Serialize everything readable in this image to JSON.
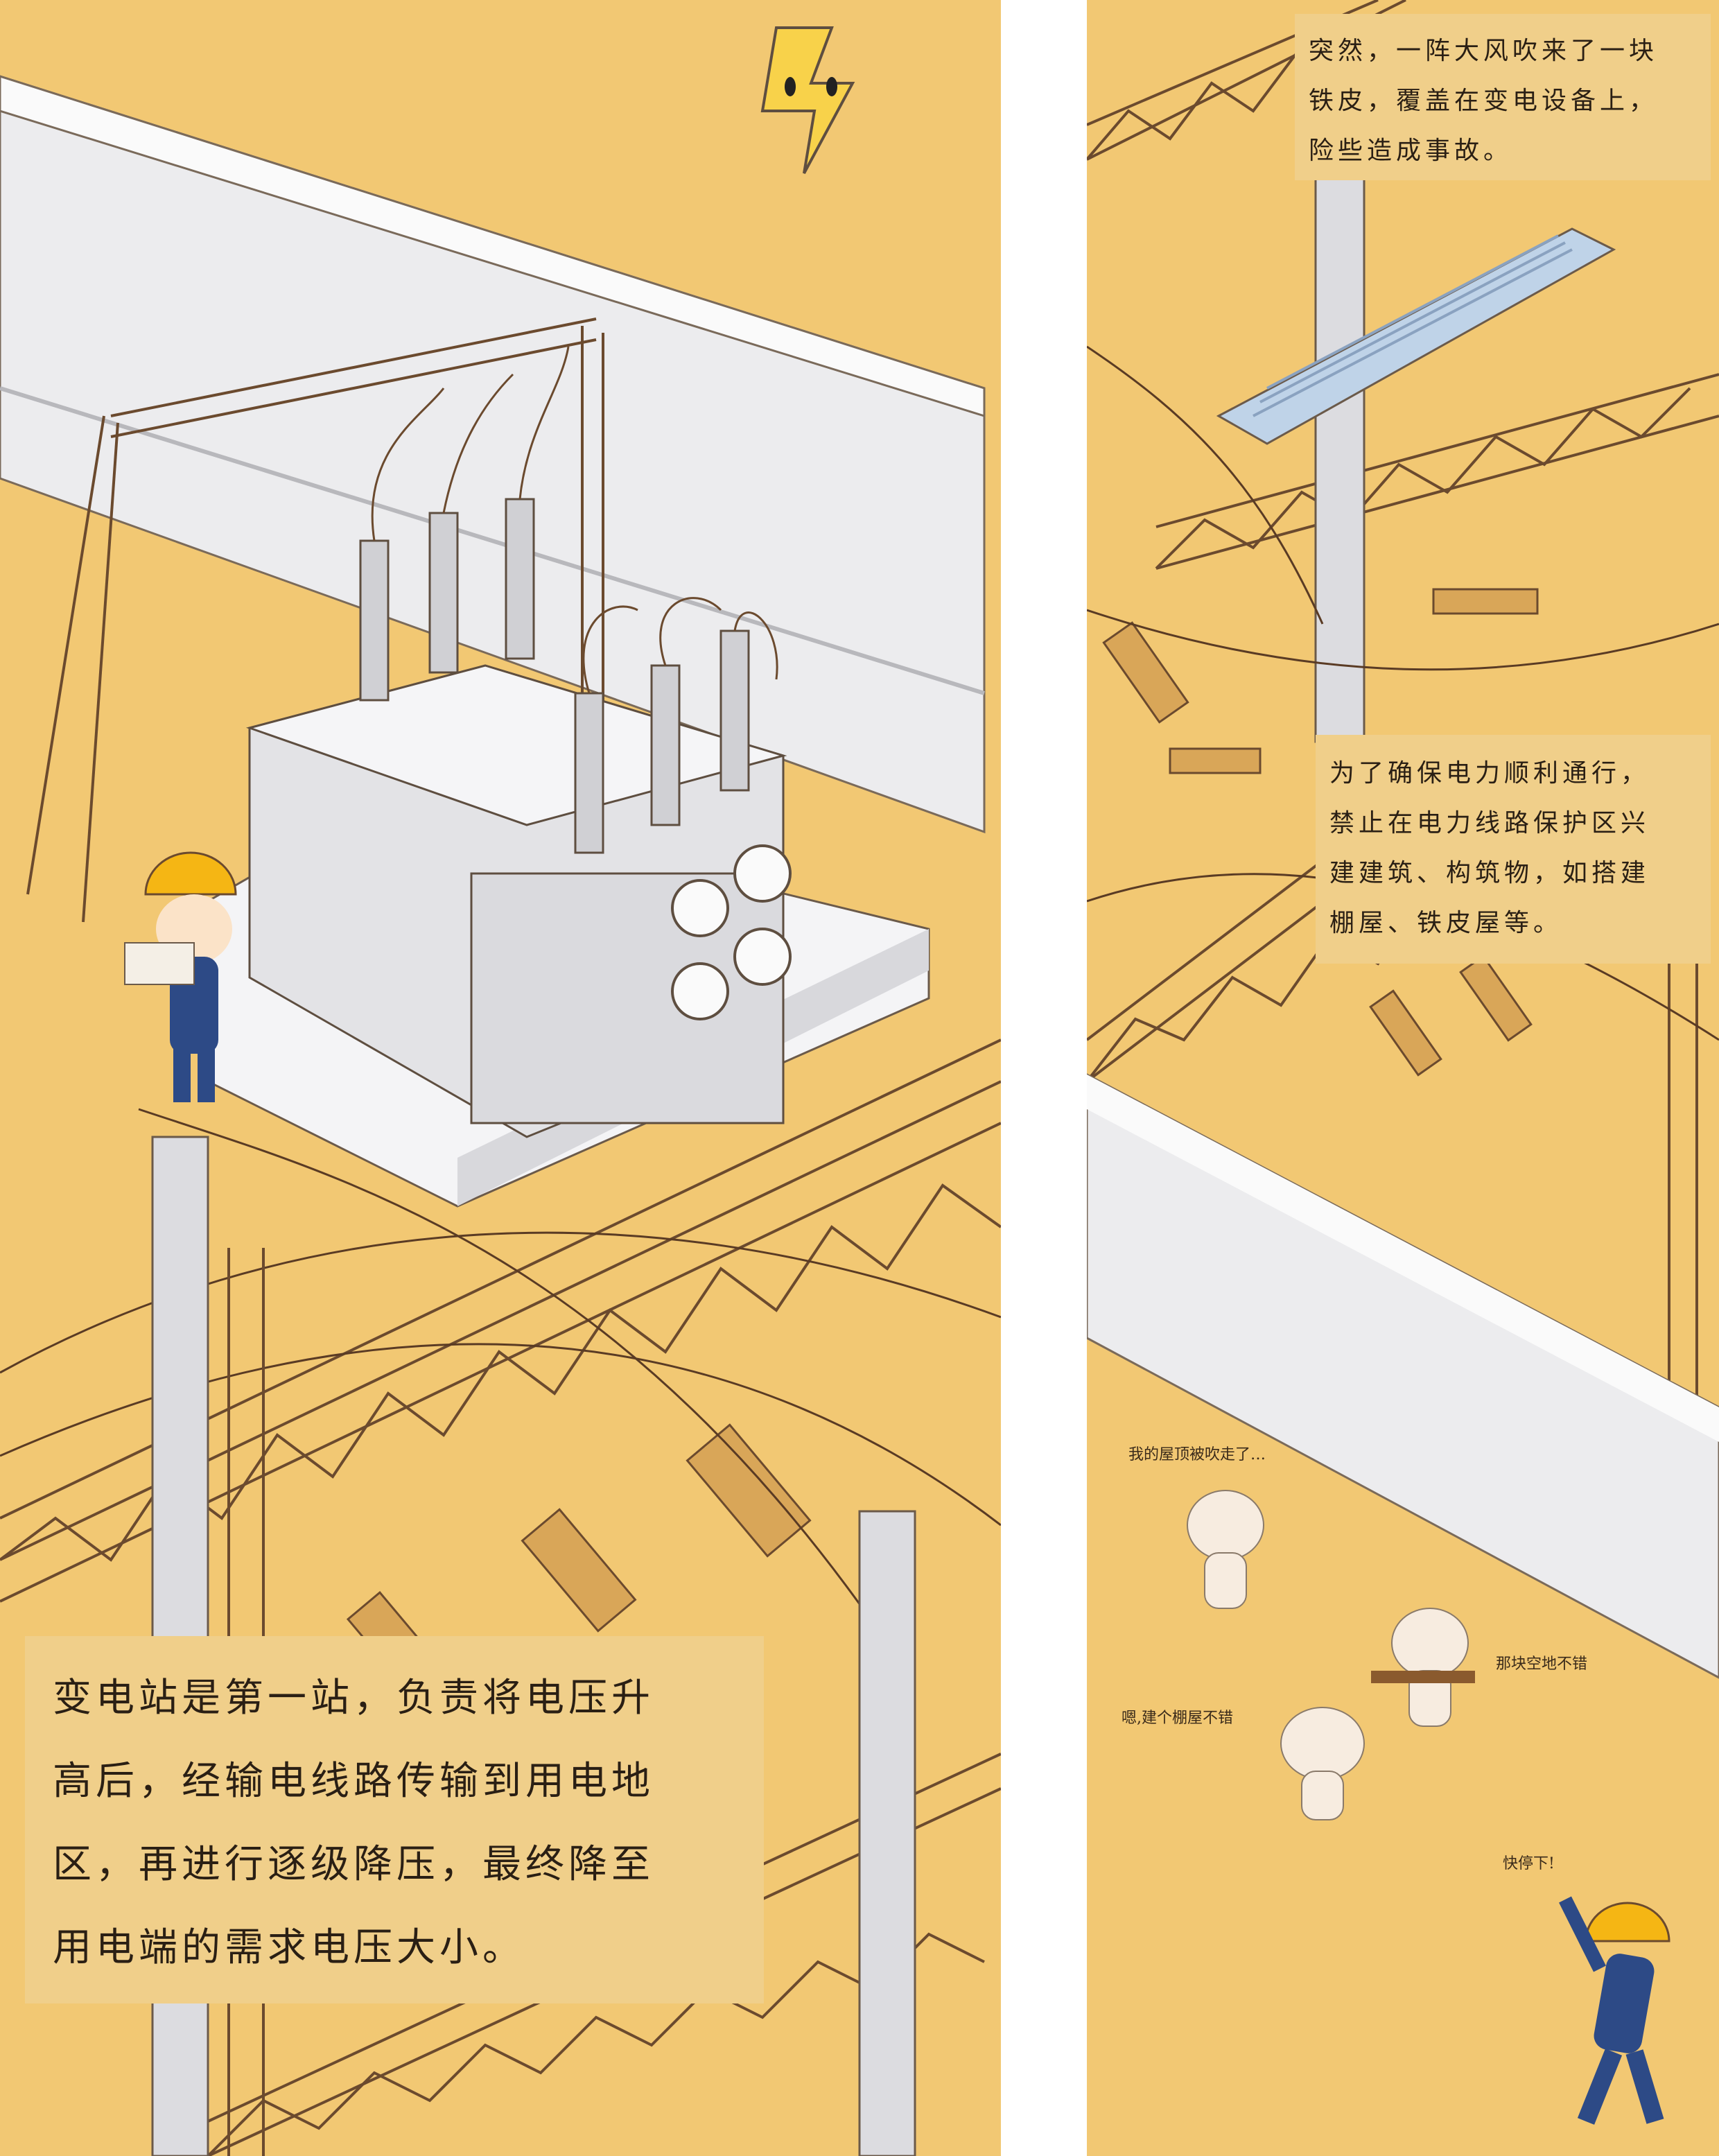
{
  "left_panel": {
    "caption_lines": [
      "变电站是第一站，负责将电压升",
      "高后，经输电线路传输到用电地",
      "区，再进行逐级降压，最终降至",
      "用电端的需求电压大小。"
    ]
  },
  "right_panel": {
    "caption_top_lines": [
      "突然，一阵大风吹来了一块",
      "铁皮，覆盖在变电设备上，",
      "险些造成事故。"
    ],
    "caption_middle_lines": [
      "为了确保电力顺利通行，",
      "禁止在电力线路保护区兴",
      "建建筑、构筑物，如搭建",
      "棚屋、铁皮屋等。"
    ],
    "speech": {
      "roof_blown": "我的屋顶被吹走了…",
      "good_land": "那块空地不错",
      "build_shed": "嗯,建个棚屋不错",
      "stop": "快停下!"
    }
  },
  "colors": {
    "background": "#f2c873",
    "caption_bg": "#f0cf8a",
    "line": "#6b4a2e",
    "metal": "#e9e9ec",
    "helmet": "#f5b614",
    "worker_suit": "#2d4a86"
  },
  "icons": [
    "lightning-mascot-icon",
    "transformer-illustration",
    "worker-figure",
    "steel-sheet-illustration",
    "doll-figure"
  ]
}
